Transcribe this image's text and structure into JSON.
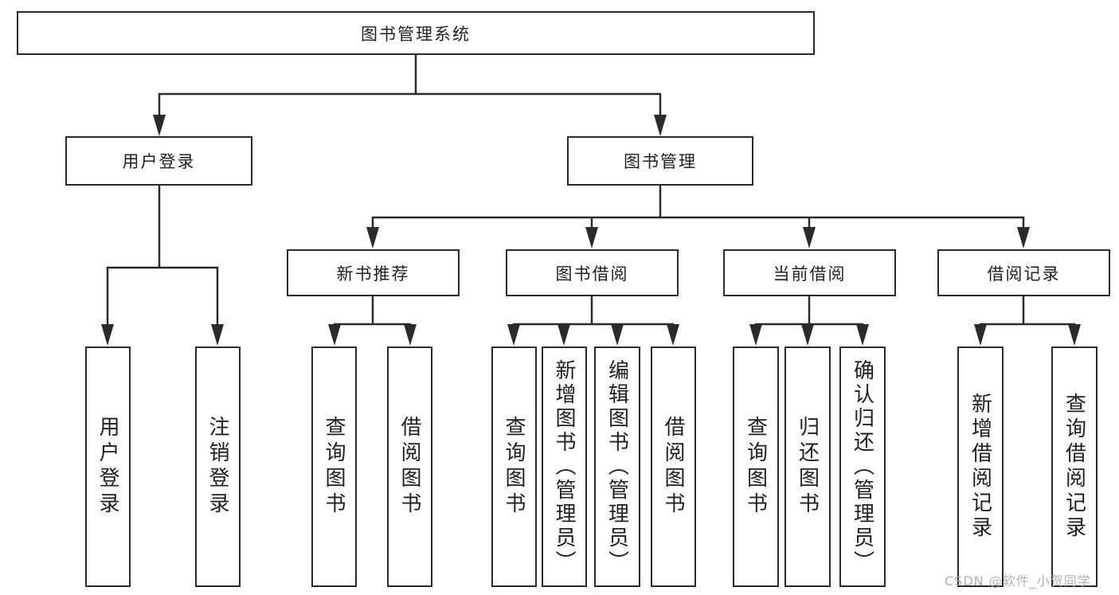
{
  "diagram": {
    "title_node": {
      "label": "图书管理系统"
    },
    "level2": [
      {
        "id": "user-login",
        "label": "用户登录"
      },
      {
        "id": "book-management",
        "label": "图书管理"
      }
    ],
    "level3": [
      {
        "id": "new-book-recommend",
        "label": "新书推荐"
      },
      {
        "id": "book-borrow",
        "label": "图书借阅"
      },
      {
        "id": "current-borrow",
        "label": "当前借阅"
      },
      {
        "id": "borrow-records",
        "label": "借阅记录"
      }
    ],
    "leaves": {
      "user_login": [
        {
          "label": "用户登录"
        },
        {
          "label": "注销登录"
        }
      ],
      "new_book": [
        {
          "label": "查询图书"
        },
        {
          "label": "借阅图书"
        }
      ],
      "book_borrow": [
        {
          "label": "查询图书"
        },
        {
          "label": "新增图书（管理员）"
        },
        {
          "label": "编辑图书（管理员）"
        },
        {
          "label": "借阅图书"
        }
      ],
      "current_borrow": [
        {
          "label": "查询图书"
        },
        {
          "label": "归还图书"
        },
        {
          "label": "确认归还（管理员）"
        }
      ],
      "borrow_records": [
        {
          "label": "新增借阅记录"
        },
        {
          "label": "查询借阅记录"
        }
      ]
    },
    "watermark": "CSDN @软件_小贺同学",
    "colors": {
      "line": "#2b2b2b",
      "text": "#1f1f1f",
      "watermark": "#a8a8a8",
      "background": "#ffffff"
    }
  }
}
